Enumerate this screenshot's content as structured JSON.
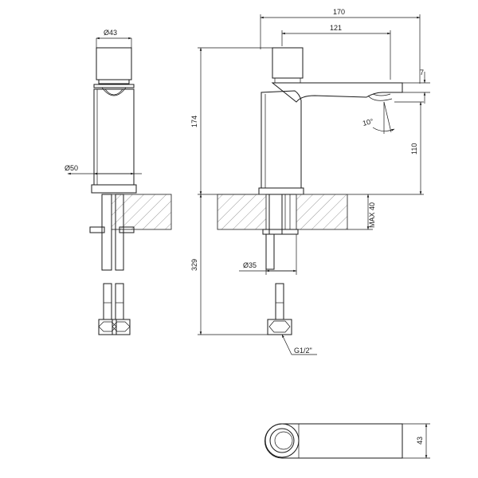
{
  "drawing": {
    "background": "#ffffff",
    "line_color": "#1a1a1a"
  },
  "dimensions": {
    "side_top_diameter": "Ø43",
    "side_body_diameter": "Ø50",
    "overall_length": "170",
    "spout_reach": "121",
    "spout_thickness": "7",
    "spout_angle": "10°",
    "overall_height": "174",
    "spout_height": "110",
    "max_deck_thickness": "MAX 40",
    "shank_diameter": "Ø35",
    "below_deck_length": "329",
    "hose_thread": "G1/2\"",
    "top_view_width": "43"
  }
}
